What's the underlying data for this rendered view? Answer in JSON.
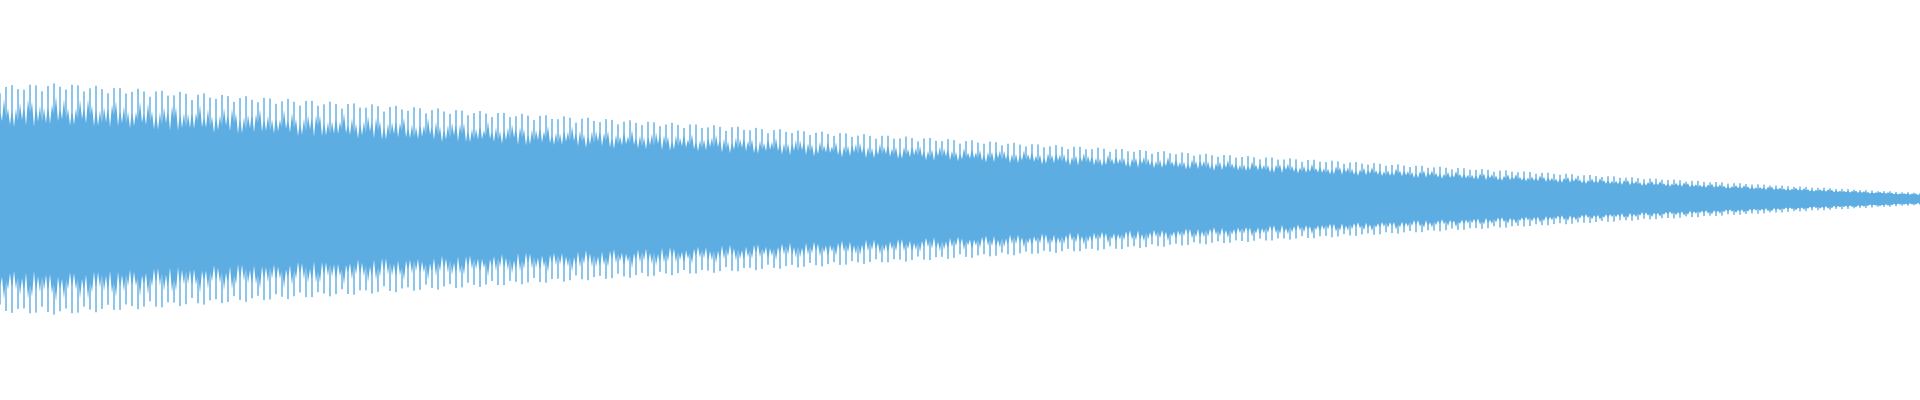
{
  "waveform": {
    "color": "#5DADE2",
    "background": "#FFFFFF",
    "description_free": true,
    "envelope": {
      "start_peak_ratio": 1.0,
      "end_peak_ratio": 0.05,
      "shape": "linear-decay"
    }
  }
}
